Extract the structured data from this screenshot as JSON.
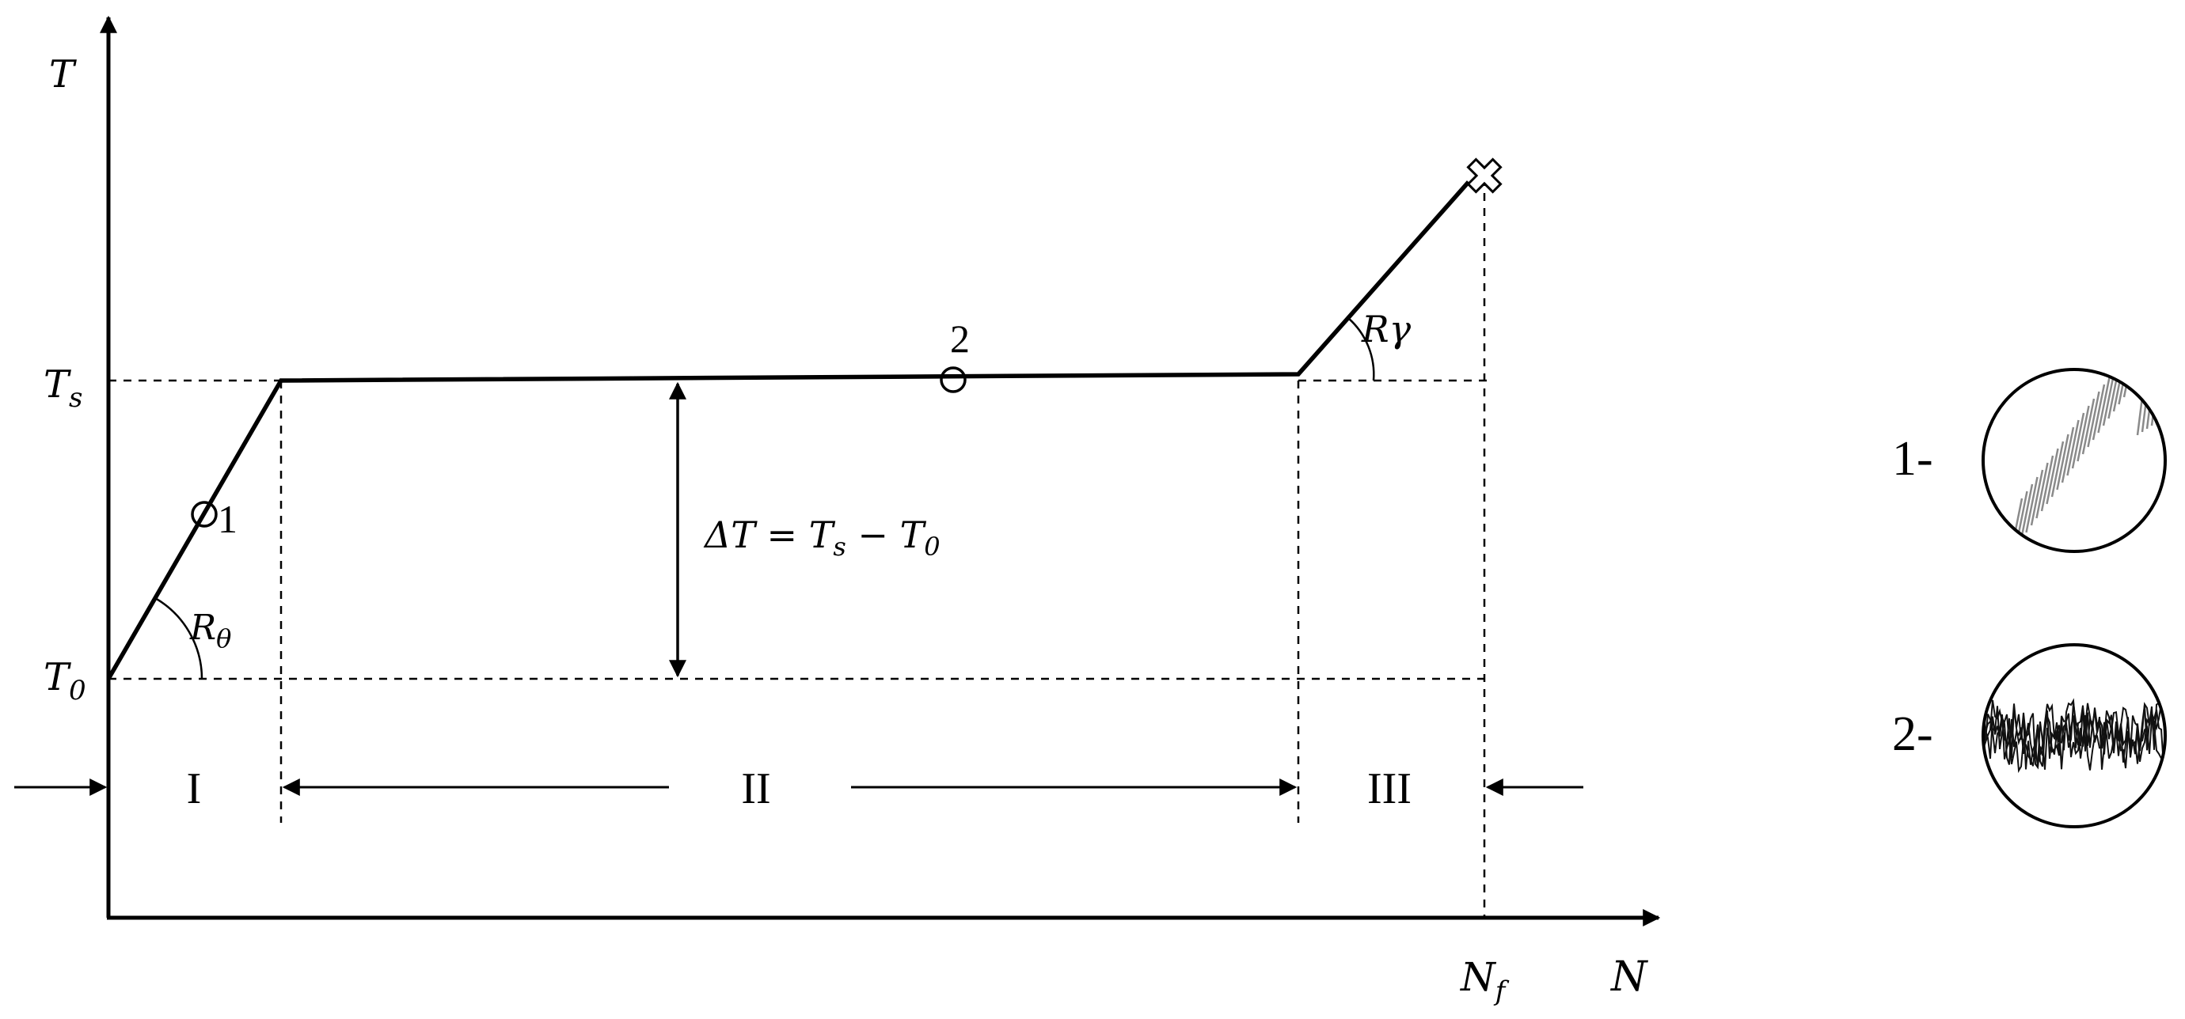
{
  "axes": {
    "y_label": "T",
    "x_label": "N",
    "nf_label": "N",
    "nf_sub": "f"
  },
  "levels": {
    "ts_label": "T",
    "ts_sub": "s",
    "t0_label": "T",
    "t0_sub": "0"
  },
  "delta": {
    "prefix": "ΔT = T",
    "sub_s": "s",
    "minus": " − T",
    "sub_0": "0"
  },
  "angles": {
    "r_theta": "R",
    "r_theta_sub": "θ",
    "r_gamma": "Rγ"
  },
  "points": {
    "p1": "1",
    "p2": "2"
  },
  "phases": {
    "phase_1": "I",
    "phase_2": "II",
    "phase_3": "III"
  },
  "legend": {
    "item_1": "1-",
    "item_2": "2-"
  },
  "colors": {
    "line": "#000000",
    "texture_1": "#8a8a8a",
    "texture_2": "#111111"
  }
}
